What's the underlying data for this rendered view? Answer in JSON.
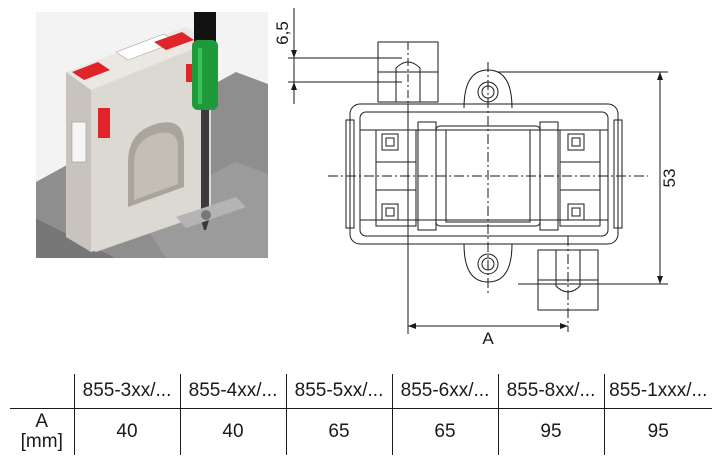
{
  "dimensions": {
    "offset": "6,5",
    "height": "53",
    "spacing": "A"
  },
  "table": {
    "row_label_line1": "A",
    "row_label_line2": "[mm]",
    "columns": [
      {
        "header": "855-3xx/...",
        "value": "40"
      },
      {
        "header": "855-4xx/...",
        "value": "40"
      },
      {
        "header": "855-5xx/...",
        "value": "65"
      },
      {
        "header": "855-6xx/...",
        "value": "65"
      },
      {
        "header": "855-8xx/...",
        "value": "95"
      },
      {
        "header": "855-1xxx/...",
        "value": "95"
      }
    ]
  },
  "colors": {
    "housing": "#dcd8d2",
    "terminal_red": "#e0242a",
    "screwdriver_green": "#1f9a3a",
    "rail_gray": "#8e8e8e"
  }
}
